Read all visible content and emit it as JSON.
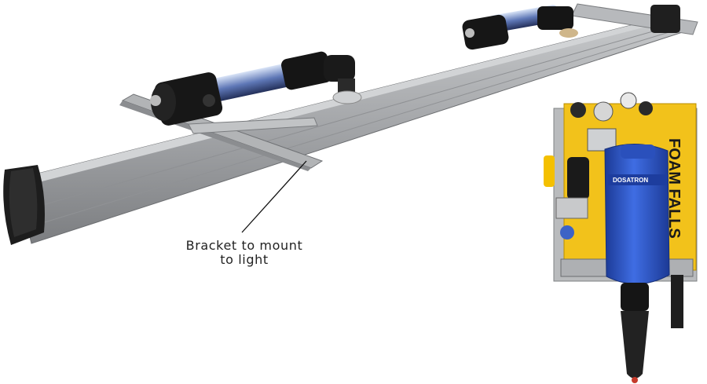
{
  "annotation": {
    "line1": "Bracket to mount",
    "line2": "to light"
  },
  "panel": {
    "brand_text": "DOSATRON",
    "sign_text": "FOAM FALLS"
  },
  "colors": {
    "steel": "#a7a9ab",
    "steel_dark": "#7d7f82",
    "panel_yellow": "#f2c21b",
    "dosatron_blue": "#2f57c8",
    "black": "#1b1b1b"
  }
}
